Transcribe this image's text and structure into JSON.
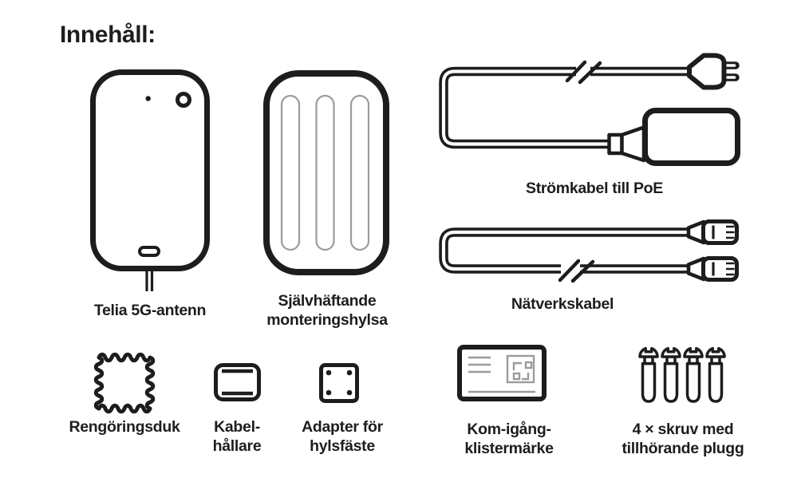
{
  "title": "Innehåll:",
  "colors": {
    "ink": "#1d1d1b",
    "gray": "#9b9b9b",
    "background": "#ffffff"
  },
  "items": [
    {
      "id": "antenna",
      "label": "Telia 5G-antenn"
    },
    {
      "id": "sleeve",
      "label": "Självhäftande\nmonteringshylsa"
    },
    {
      "id": "power-cable",
      "label": "Strömkabel till PoE"
    },
    {
      "id": "network-cable",
      "label": "Nätverkskabel"
    },
    {
      "id": "cloth",
      "label": "Rengöringsduk"
    },
    {
      "id": "cable-holder",
      "label": "Kabel-\nhållare"
    },
    {
      "id": "adapter",
      "label": "Adapter för\nhylsfäste"
    },
    {
      "id": "sticker",
      "label": "Kom-igång-\nklistermärke"
    },
    {
      "id": "screws",
      "label": "4 × skruv med\ntillhörande plugg"
    }
  ]
}
